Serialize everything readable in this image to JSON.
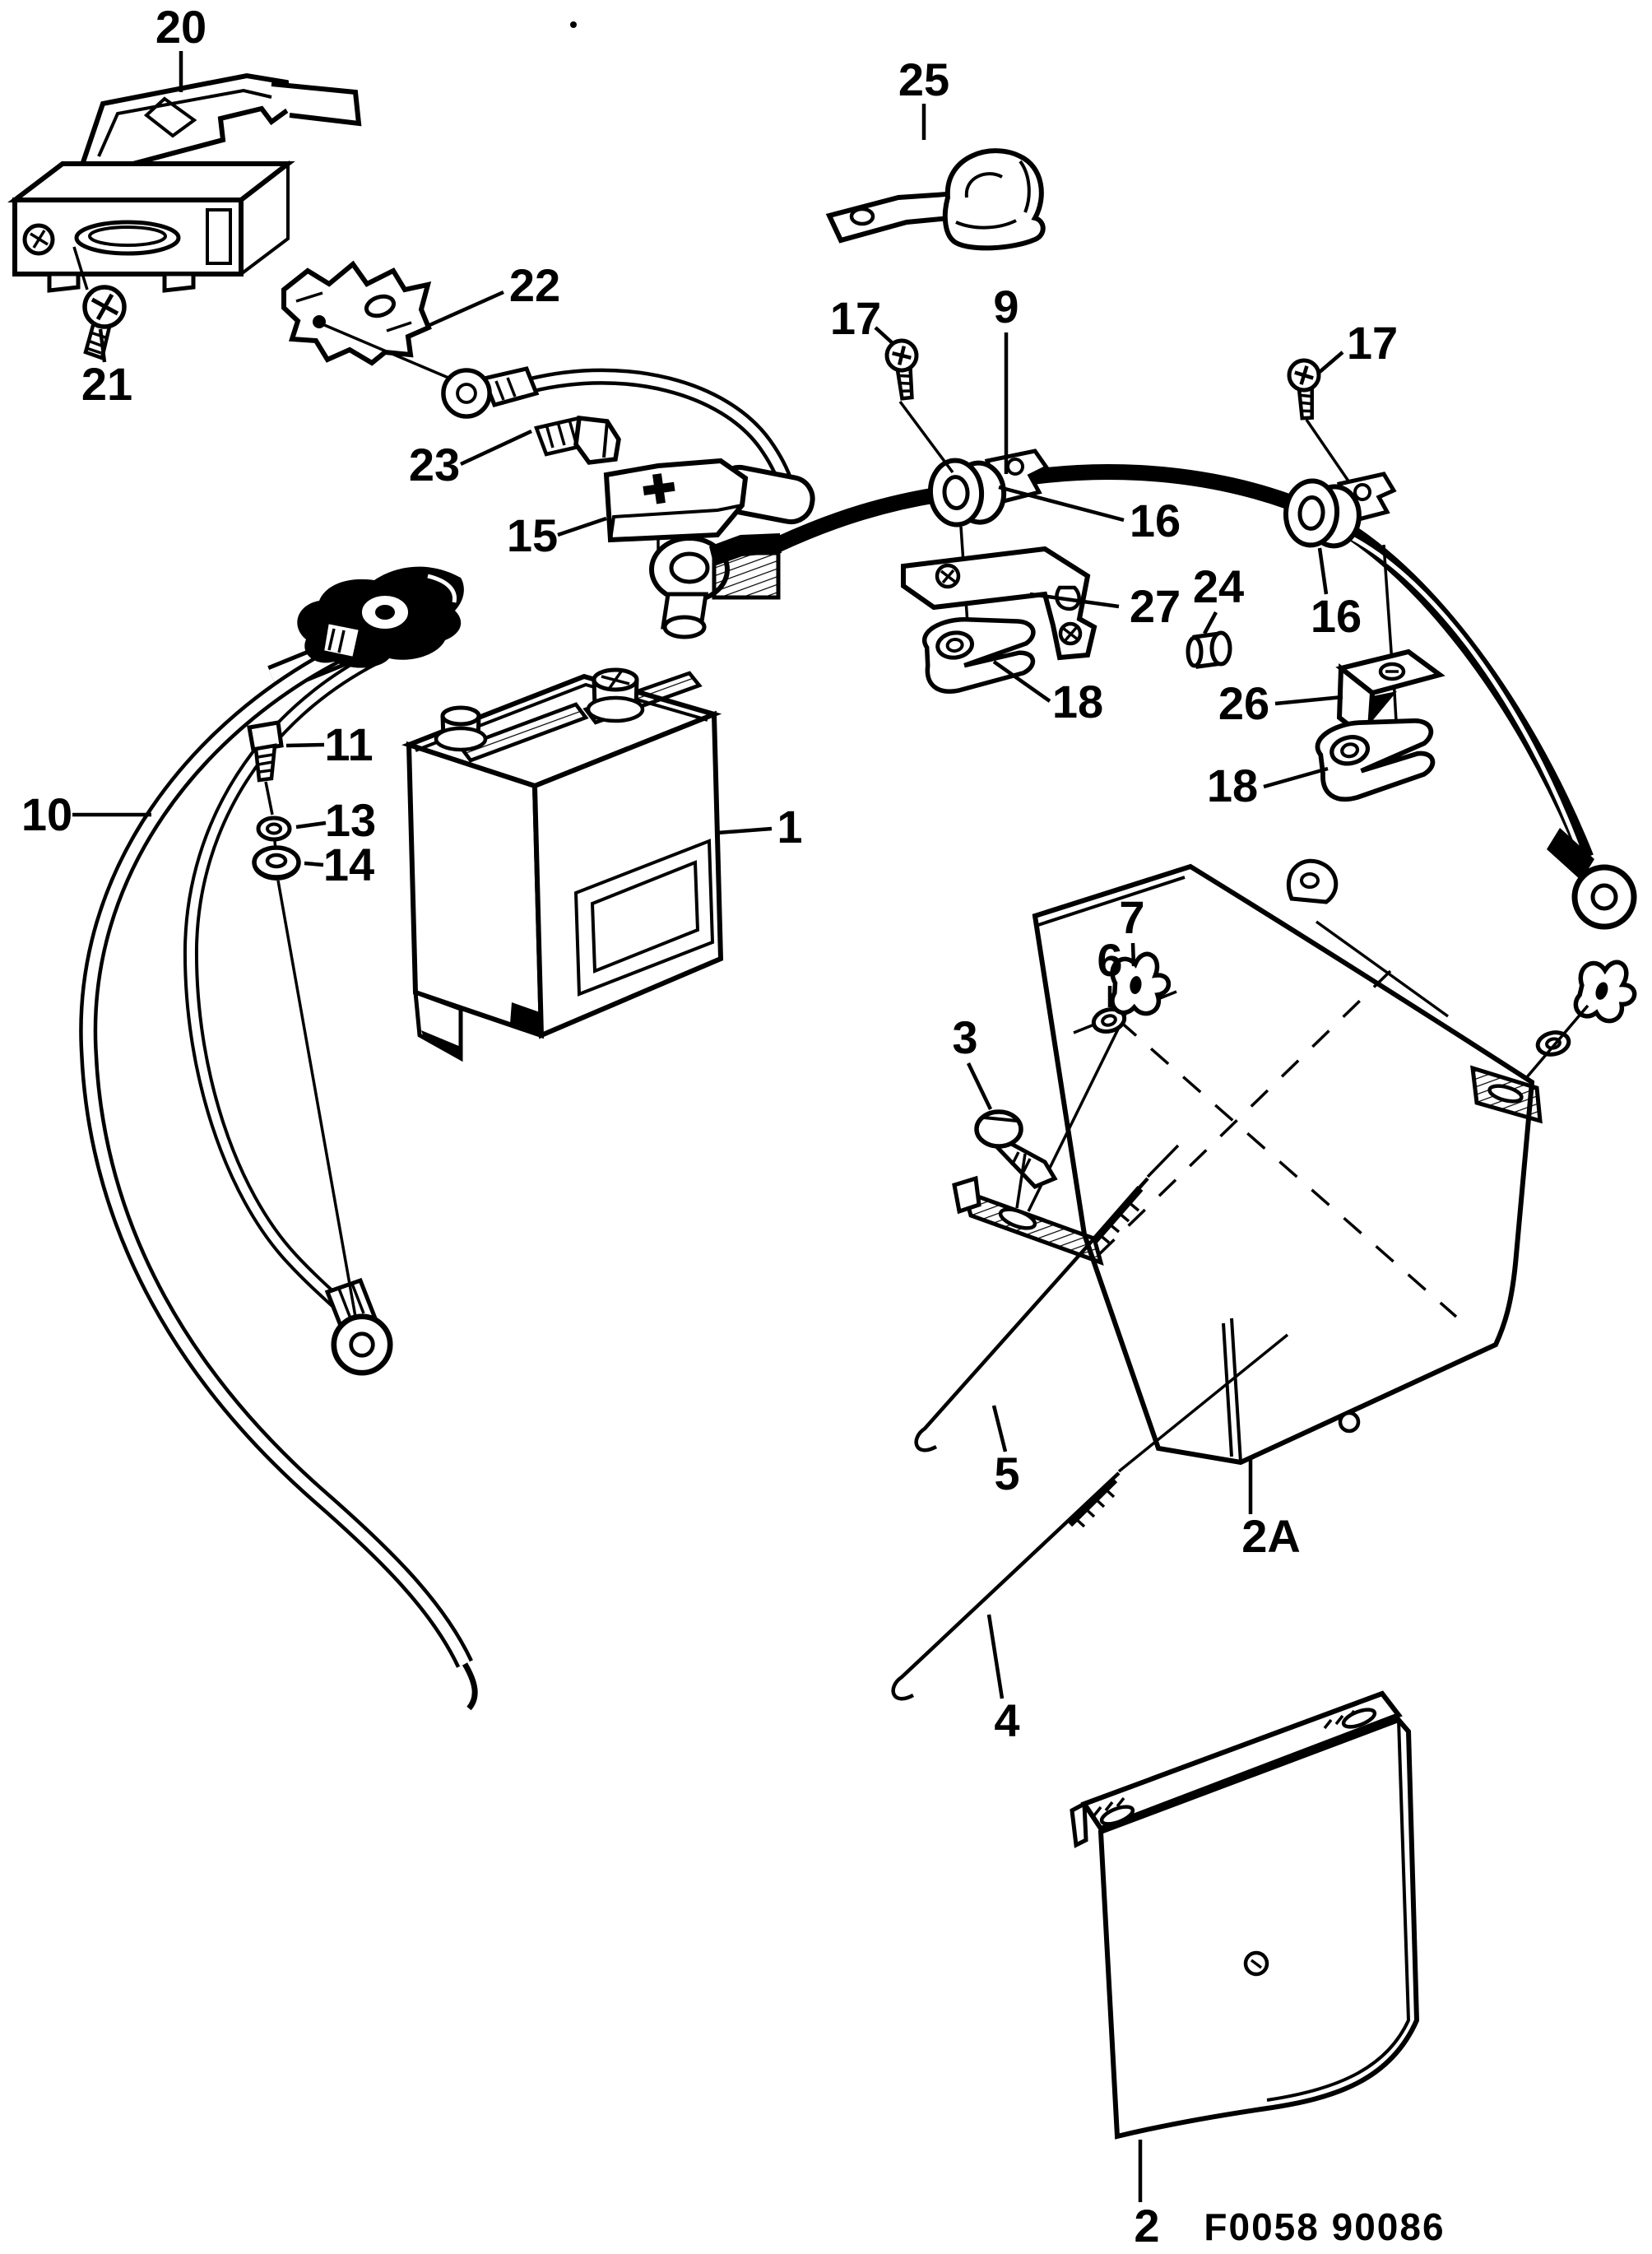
{
  "figure_code": "F0058 90086",
  "callouts": [
    {
      "label": "20",
      "part": "fuse-holder-assembly"
    },
    {
      "label": "21",
      "part": "screw"
    },
    {
      "label": "22",
      "part": "serrated-mounting-plate"
    },
    {
      "label": "23",
      "part": "hex-bolt"
    },
    {
      "label": "25",
      "part": "cable-clip"
    },
    {
      "label": "15",
      "part": "positive-terminal-cover"
    },
    {
      "label": "17",
      "part": "screw-left"
    },
    {
      "label": "9",
      "part": "positive-battery-cable"
    },
    {
      "label": "17",
      "part": "screw-right"
    },
    {
      "label": "16",
      "part": "grommet-left"
    },
    {
      "label": "16",
      "part": "grommet-right"
    },
    {
      "label": "27",
      "part": "bracket"
    },
    {
      "label": "24",
      "part": "rivet"
    },
    {
      "label": "26",
      "part": "angle-bracket"
    },
    {
      "label": "18",
      "part": "clip-nut-left"
    },
    {
      "label": "18",
      "part": "clip-nut-right"
    },
    {
      "label": "10",
      "part": "negative-battery-cable"
    },
    {
      "label": "11",
      "part": "bolt"
    },
    {
      "label": "13",
      "part": "washer"
    },
    {
      "label": "14",
      "part": "washer"
    },
    {
      "label": "1",
      "part": "battery"
    },
    {
      "label": "3",
      "part": "bolt"
    },
    {
      "label": "6",
      "part": "washer"
    },
    {
      "label": "7",
      "part": "wing-nut"
    },
    {
      "label": "5",
      "part": "hook-rod-upper"
    },
    {
      "label": "4",
      "part": "hook-rod-lower"
    },
    {
      "label": "2A",
      "part": "battery-cover"
    },
    {
      "label": "2",
      "part": "battery-side-panel"
    }
  ]
}
